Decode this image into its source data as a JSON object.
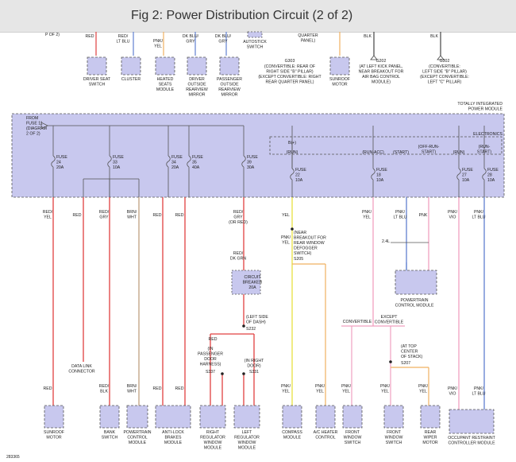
{
  "header": {
    "title": "Fig 2: Power Distribution Circuit (2 of 2)"
  },
  "diagram": {
    "figure_id": "283365",
    "tipm_label": [
      "TOTALLY INTEGRATED",
      "POWER MODULE"
    ],
    "electronics_label": "ELECTRONICS",
    "b_plus": "B(+)",
    "from_fuse": [
      "FROM",
      "FUSE 11",
      "(DIAGRAM",
      "2 OF 2)"
    ],
    "fuses": [
      {
        "name": "FUSE",
        "num": "24",
        "amp": "20A"
      },
      {
        "name": "FUSE",
        "num": "33",
        "amp": "10A"
      },
      {
        "name": "FUSE",
        "num": "34",
        "amp": "20A"
      },
      {
        "name": "FUSE",
        "num": "35",
        "amp": "40A"
      },
      {
        "name": "FUSE",
        "num": "39",
        "amp": "30A"
      },
      {
        "name": "FUSE",
        "num": "22",
        "amp": "10A"
      },
      {
        "name": "FUSE",
        "num": "18",
        "amp": "10A"
      },
      {
        "name": "FUSE",
        "num": "27",
        "amp": "10A"
      },
      {
        "name": "FUSE",
        "num": "28",
        "amp": "10A"
      }
    ],
    "run_states": [
      "(RUN)",
      "(RUN-ACC)",
      "(START)",
      "(OFF-RUN-",
      "START)",
      "(RUN)",
      "(RUN-",
      "START)"
    ],
    "top_wires": [
      "RED",
      "RED/",
      "LT BLU",
      "PNK/",
      "YEL",
      "DK BLU/",
      "GRY",
      "DK BLU/",
      "GRY",
      "BLK",
      "BLK"
    ],
    "top_partial": [
      "P OF 2)",
      "AUTOSTICK",
      "SWITCH",
      "QUARTER",
      "PANEL)"
    ],
    "top_components": [
      [
        "DRIVER SEAT",
        "SWITCH"
      ],
      [
        "CLUSTER"
      ],
      [
        "HEATED",
        "SEATS",
        "MODULE"
      ],
      [
        "DRIVER",
        "OUTSIDE",
        "REARVIEW",
        "MIRROR"
      ],
      [
        "PASSENGER",
        "OUTSIDE",
        "REARVIEW",
        "MIRROR"
      ],
      [
        "SUNROOF",
        "MOTOR"
      ]
    ],
    "grounds": [
      {
        "id": "G303",
        "lines": [
          "(CONVERTIBLE: REAR OF",
          "RIGHT SIDE \"B\" PILLAR)",
          "(EXCEPT CONVERTIBLE: RIGHT",
          "REAR QUARTER PANEL)"
        ]
      },
      {
        "id": "G202",
        "lines": [
          "(AT LEFT KICK PANEL,",
          "NEAR BREAKOUT FOR",
          "AIR BAG CONTROL",
          "MODULE)"
        ]
      },
      {
        "id": "G302",
        "lines": [
          "(CONVERTIBLE:",
          "LEFT SIDE \"B\" PILLAR)",
          "(EXCEPT CONVERTIBLE:",
          "LEFT \"C\" PILLAR)"
        ]
      }
    ],
    "wire_colors": [
      "RED/",
      "YEL",
      "RED",
      "RED/",
      "GRY",
      "BRN/",
      "WHT",
      "RED",
      "RED",
      "RED/",
      "GRY",
      "(OR RED)",
      "YEL",
      "PNK/",
      "YEL",
      "PNK/",
      "LT BLU",
      "PNK",
      "PNK/",
      "VIO",
      "PNK/",
      "LT BLU"
    ],
    "splices": [
      {
        "id": "S205",
        "lines": [
          "(NEAR",
          "BREAKOUT FOR",
          "REAR WINDOW",
          "DEFOGGER",
          "SWITCH)"
        ]
      },
      {
        "id": "S232",
        "lines": [
          "(LEFT SIDE",
          "OF DASH)"
        ]
      },
      {
        "id": "S337",
        "lines": [
          "(IN",
          "PASSENGER",
          "DOOR",
          "HARNESS)"
        ]
      },
      {
        "id": "S331",
        "lines": [
          "(IN RIGHT",
          "DOOR)"
        ]
      },
      {
        "id": "S207",
        "lines": [
          "(AT TOP",
          "CENTER",
          "OF STACK)"
        ]
      }
    ],
    "breaker": [
      "CIRCUIT",
      "BREAKER",
      "20A"
    ],
    "mid_labels": [
      "RED/",
      "DK GRN",
      "DATA LINK",
      "CONNECTOR",
      "2.4L",
      "POWERTRAIN",
      "CONTROL MODULE",
      "CONVERTIBLE",
      "EXCEPT",
      "CONVERTIBLE"
    ],
    "bottom_wire_colors": [
      "RED",
      "RED/",
      "BLK",
      "BRN/",
      "WHT",
      "RED",
      "RED",
      "PNK/",
      "YEL",
      "PNK/",
      "YEL",
      "PNK/",
      "YEL",
      "PNK/",
      "YEL",
      "PNK/",
      "YEL",
      "PNK/",
      "VIO",
      "PNK/",
      "LT BLU"
    ],
    "bottom_components": [
      [
        "SUNROOF",
        "MOTOR"
      ],
      [
        "BANK",
        "SWITCH"
      ],
      [
        "POWERTRAIN",
        "CONTROL",
        "MODULE"
      ],
      [
        "ANTI-LOCK",
        "BRAKES",
        "MODULE"
      ],
      [
        "RIGHT",
        "REGULATOR",
        "WINDOW",
        "MODULE"
      ],
      [
        "LEFT",
        "REGULATOR",
        "WINDOW",
        "MODULE"
      ],
      [
        "COMPASS",
        "MODULE"
      ],
      [
        "A/C HEATER",
        "CONTROL"
      ],
      [
        "FRONT",
        "WINDOW",
        "SWITCH"
      ],
      [
        "FRONT",
        "WINDOW",
        "SWITCH"
      ],
      [
        "REAR",
        "WIPER",
        "MOTOR"
      ],
      [
        "OCCUPANT RESTRAINT",
        "CONTROLLER MODULE"
      ]
    ],
    "colors": {
      "red": "#e04040",
      "pink": "#f0a0c0",
      "orange": "#f0b060",
      "yellow": "#e8e040",
      "blue": "#6080d0",
      "box": "#c8c8ee",
      "stroke": "#555555"
    }
  }
}
